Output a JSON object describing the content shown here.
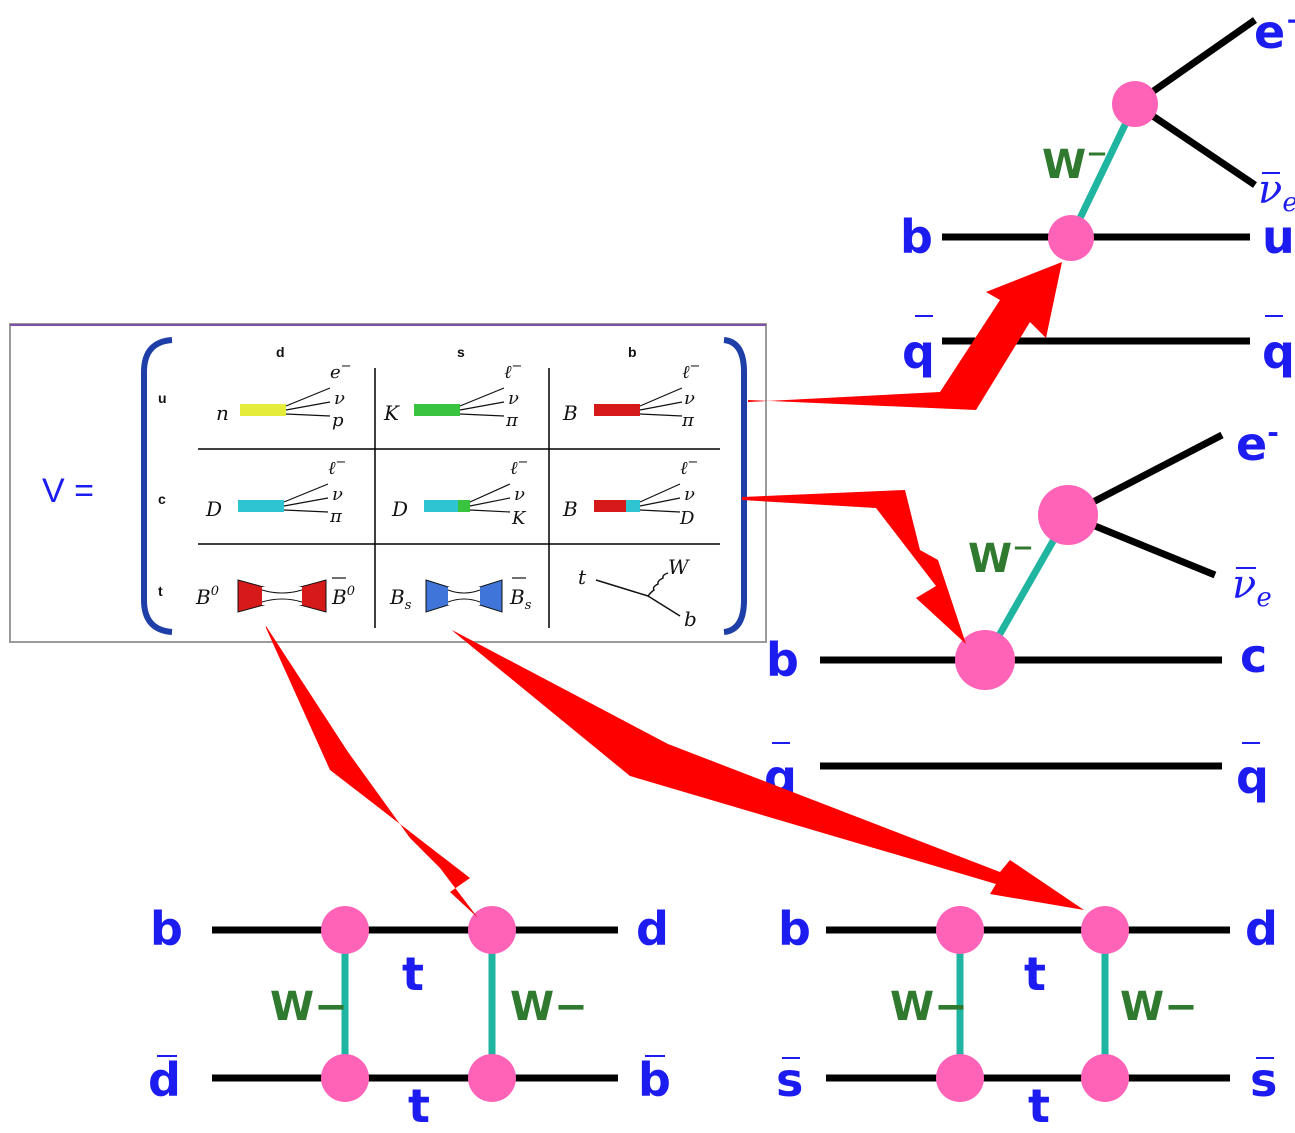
{
  "ckm": {
    "v_label": "V =",
    "columns": [
      "d",
      "s",
      "b"
    ],
    "rows": [
      "u",
      "c",
      "t"
    ],
    "cells": {
      "ud": {
        "initial": "n",
        "products": [
          "e",
          "−",
          "ν",
          "p"
        ]
      },
      "us": {
        "initial": "K",
        "products": [
          "ℓ",
          "−",
          "ν",
          "π"
        ]
      },
      "ub": {
        "initial": "B",
        "products": [
          "ℓ",
          "−",
          "ν",
          "π"
        ]
      },
      "cd": {
        "initial": "D",
        "products": [
          "ℓ",
          "−",
          "ν",
          "π"
        ]
      },
      "cs": {
        "initial": "D",
        "products": [
          "ℓ",
          "−",
          "ν",
          "K"
        ]
      },
      "cb": {
        "initial": "B",
        "products": [
          "ℓ",
          "−",
          "ν",
          "D"
        ]
      },
      "td": {
        "left": "B",
        "left_sup": "0",
        "right": "B",
        "right_sup": "0"
      },
      "ts": {
        "left": "B",
        "left_sub": "s",
        "right": "B",
        "right_sub": "s"
      },
      "tb": {
        "t": "t",
        "w": "W",
        "b": "b"
      }
    }
  },
  "diagram_bu": {
    "left_top": "b",
    "right_top": "u",
    "left_bottom": "q",
    "right_bottom": "q",
    "boson": "W",
    "boson_sup": "−",
    "lepton": "e",
    "lepton_sup": "−",
    "neutrino": "ν",
    "neutrino_sub": "e"
  },
  "diagram_bc": {
    "left_top": "b",
    "right_top": "c",
    "left_bottom": "q",
    "right_bottom": "q",
    "boson": "W",
    "boson_sup": "−",
    "lepton": "e",
    "lepton_sup": "-",
    "neutrino": "ν",
    "neutrino_sub": "e"
  },
  "box_bd": {
    "top_left": "b",
    "top_right": "d",
    "bottom_left": "d",
    "bottom_right": "b",
    "top_internal": "t",
    "bottom_internal": "t",
    "w_left": "W−",
    "w_right": "W−"
  },
  "box_bs": {
    "top_left": "b",
    "top_right": "d",
    "bottom_left": "s",
    "bottom_right": "s",
    "top_internal": "t",
    "bottom_internal": "t",
    "w_left": "W−",
    "w_right": "W−"
  },
  "colors": {
    "quark_text": "#1c1cf0",
    "boson_text": "#2f7a2f",
    "vertex": "#ff63b8",
    "w_line": "#1fb5a0",
    "arrow": "#ff0000"
  }
}
